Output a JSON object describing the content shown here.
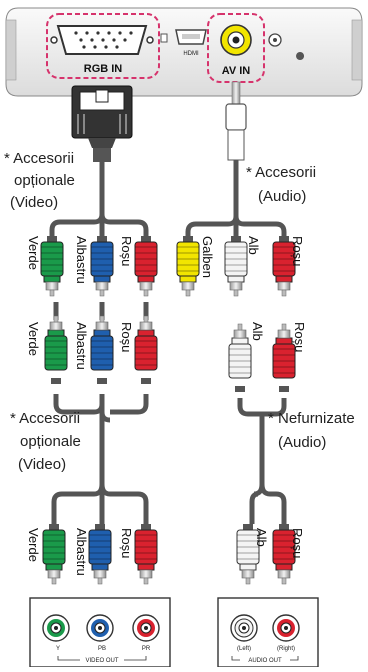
{
  "device": {
    "rgb_in_label": "RGB IN",
    "av_in_label": "AV IN"
  },
  "labels": {
    "video_optional_top": [
      "* Accesorii",
      "opționale",
      "(Video)"
    ],
    "audio_optional": [
      "* Accesorii",
      "(Audio)"
    ],
    "video_optional_bottom": [
      "* Accesorii",
      "opționale",
      "(Video)"
    ],
    "audio_not_supplied": [
      "* Nefurnizate",
      "(Audio)"
    ]
  },
  "plugs": {
    "green": "Verde",
    "blue": "Albastru",
    "red": "Roșu",
    "yellow": "Galben",
    "white": "Alb"
  },
  "jacks": {
    "video_out": {
      "label": "VIDEO OUT",
      "ports": [
        "Y",
        "PB",
        "PR"
      ]
    },
    "audio_out": {
      "label": "AUDIO OUT",
      "ports": [
        "(Left)",
        "(Right)"
      ]
    }
  },
  "colors": {
    "green": "#1a9a4a",
    "blue": "#1f5fae",
    "red": "#d9222f",
    "yellow": "#f2e500",
    "white": "#f4f4f4",
    "dashed_highlight": "#d6336c",
    "cable": "#555555"
  }
}
